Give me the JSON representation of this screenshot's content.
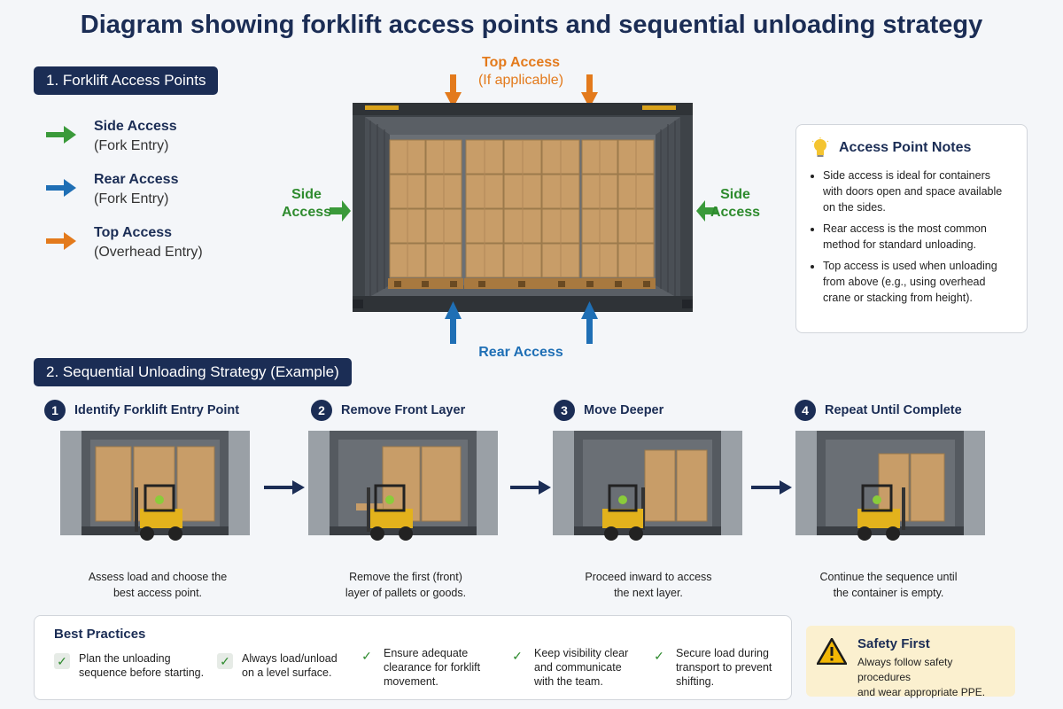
{
  "title": "Diagram showing forklift access points and sequential unloading strategy",
  "section1": {
    "label": "1. Forklift Access Points",
    "legend": [
      {
        "line1": "Side Access",
        "line2": "(Fork Entry)",
        "color": "#3a9a3a",
        "icon": "green-arrow-icon"
      },
      {
        "line1": "Rear Access",
        "line2": "(Fork Entry)",
        "color": "#1f6fb5",
        "icon": "blue-arrow-icon"
      },
      {
        "line1": "Top Access",
        "line2": "(Overhead Entry)",
        "color": "#e37a1c",
        "icon": "orange-arrow-icon"
      }
    ]
  },
  "container_labels": {
    "top_line1": "Top Access",
    "top_line2": "(If applicable)",
    "side_left_line1": "Side",
    "side_left_line2": "Access",
    "side_right_line1": "Side",
    "side_right_line2": "Access",
    "rear": "Rear Access"
  },
  "notes": {
    "title": "Access Point Notes",
    "icon": "lightbulb-icon",
    "items": [
      "Side access is ideal for containers with doors open and space available on the sides.",
      "Rear access is the most common method for standard unloading.",
      "Top access is used when unloading from above (e.g., using overhead crane or stacking from height)."
    ]
  },
  "section2": {
    "label": "2. Sequential Unloading Strategy (Example)",
    "steps": [
      {
        "num": "1",
        "title": "Identify Forklift Entry Point",
        "caption1": "Assess load and choose the",
        "caption2": "best access point."
      },
      {
        "num": "2",
        "title": "Remove Front Layer",
        "caption1": "Remove the first (front)",
        "caption2": "layer of pallets or goods."
      },
      {
        "num": "3",
        "title": "Move Deeper",
        "caption1": "Proceed inward to access",
        "caption2": "the next layer."
      },
      {
        "num": "4",
        "title": "Repeat Until Complete",
        "caption1": "Continue the sequence until",
        "caption2": "the container is empty."
      }
    ]
  },
  "best_practices": {
    "title": "Best Practices",
    "items": [
      {
        "line1": "Plan the unloading",
        "line2": "sequence before starting.",
        "line3": ""
      },
      {
        "line1": "Always load/unload",
        "line2": "on a level surface.",
        "line3": ""
      },
      {
        "line1": "Ensure adequate",
        "line2": "clearance for forklift",
        "line3": "movement."
      },
      {
        "line1": "Keep visibility clear",
        "line2": "and communicate",
        "line3": "with the team."
      },
      {
        "line1": "Secure load during",
        "line2": "transport to prevent",
        "line3": "shifting."
      }
    ]
  },
  "safety": {
    "title": "Safety First",
    "line1": "Always follow safety procedures",
    "line2": "and wear appropriate PPE.",
    "icon": "warning-icon"
  },
  "colors": {
    "navy": "#1b2d55",
    "green": "#3a9a3a",
    "blue": "#1f6fb5",
    "orange": "#e37a1c"
  }
}
